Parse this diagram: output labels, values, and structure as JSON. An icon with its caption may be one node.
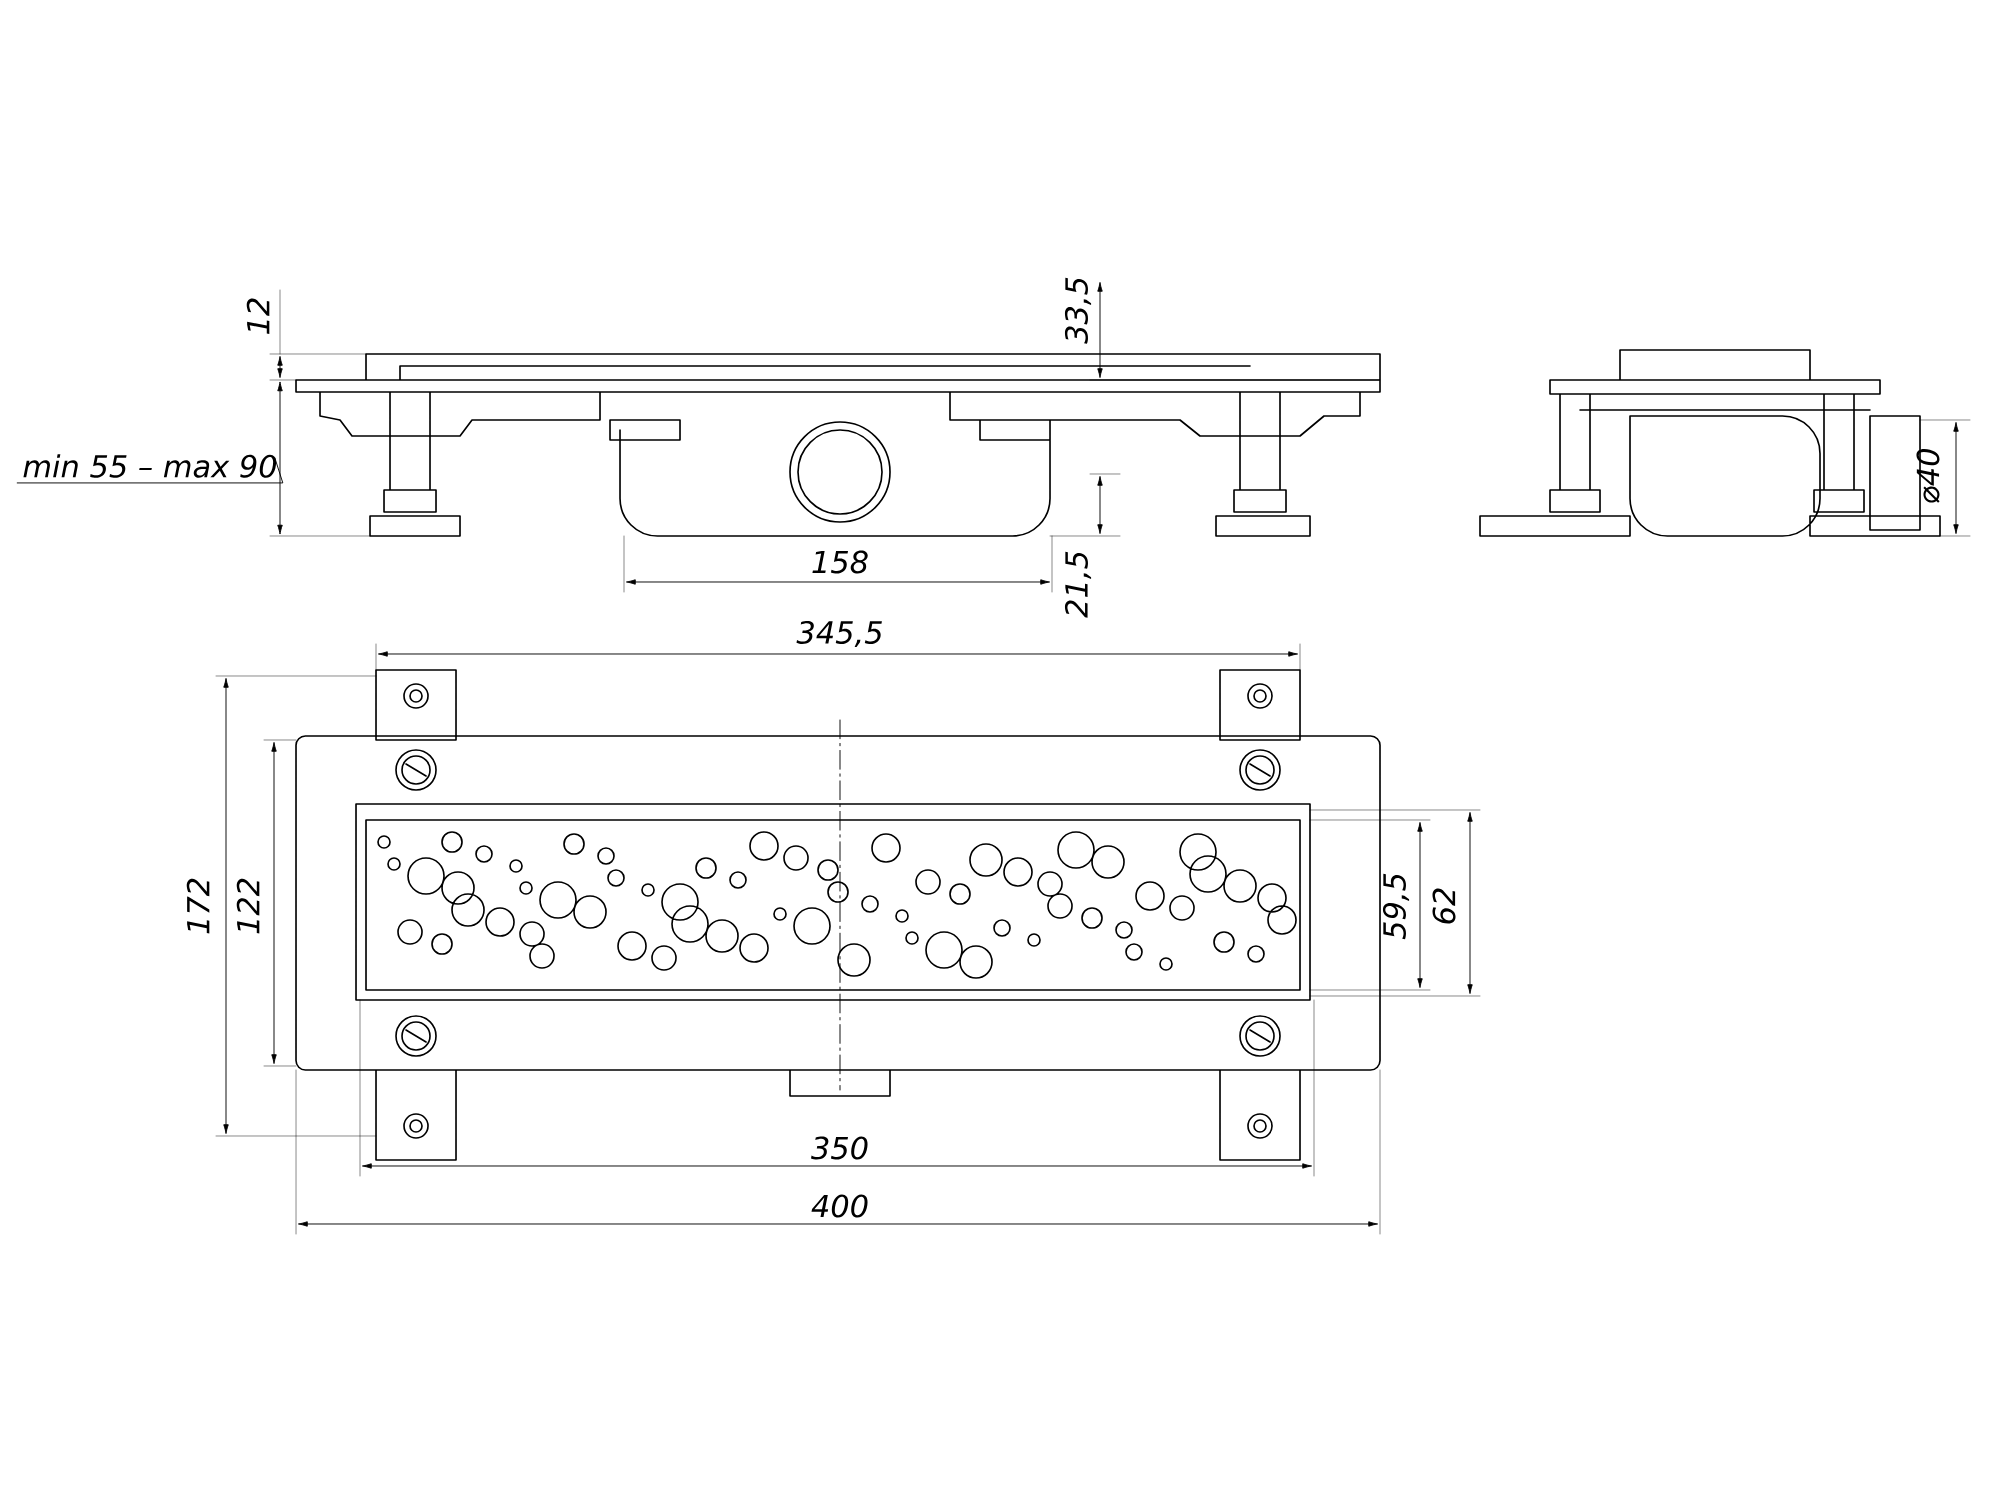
{
  "diagram": {
    "nodes": [
      {
        "text": [
          "min 55 – max 90"
        ]
      },
      {
        "text": [],
        "shape": "line"
      }
    ],
    "edges": [
      {
        "from": 0,
        "to": 1,
        "arrow": "none"
      }
    ],
    "labels": [
      "12",
      "33,5",
      "158",
      "21,5",
      "⌀40",
      "345,5",
      "172",
      "122",
      "59,5",
      "62",
      "350",
      "400"
    ]
  }
}
